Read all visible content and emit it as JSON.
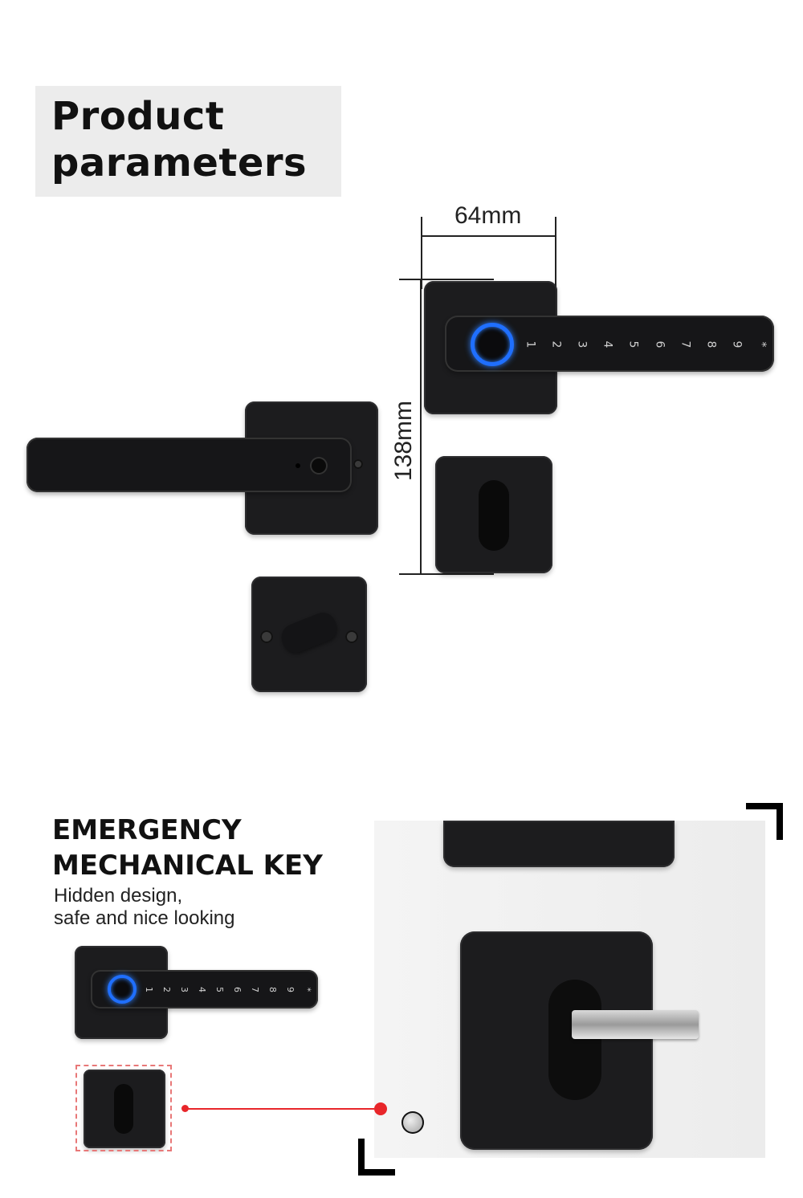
{
  "header": {
    "title": "Product\nparameters"
  },
  "dimensions": {
    "width_label": "64mm",
    "height_label": "138mm"
  },
  "keypad": {
    "keys": [
      "1",
      "2",
      "3",
      "4",
      "5",
      "6",
      "7",
      "8",
      "9",
      "*"
    ]
  },
  "emergency": {
    "title": "EMERGENCY\nMECHANICAL KEY",
    "subtitle": "Hidden design,\nsafe and nice looking"
  },
  "colors": {
    "fingerprint_ring": "#1f6fff",
    "callout": "#e8262a",
    "lock_body": "#1c1c1e"
  }
}
